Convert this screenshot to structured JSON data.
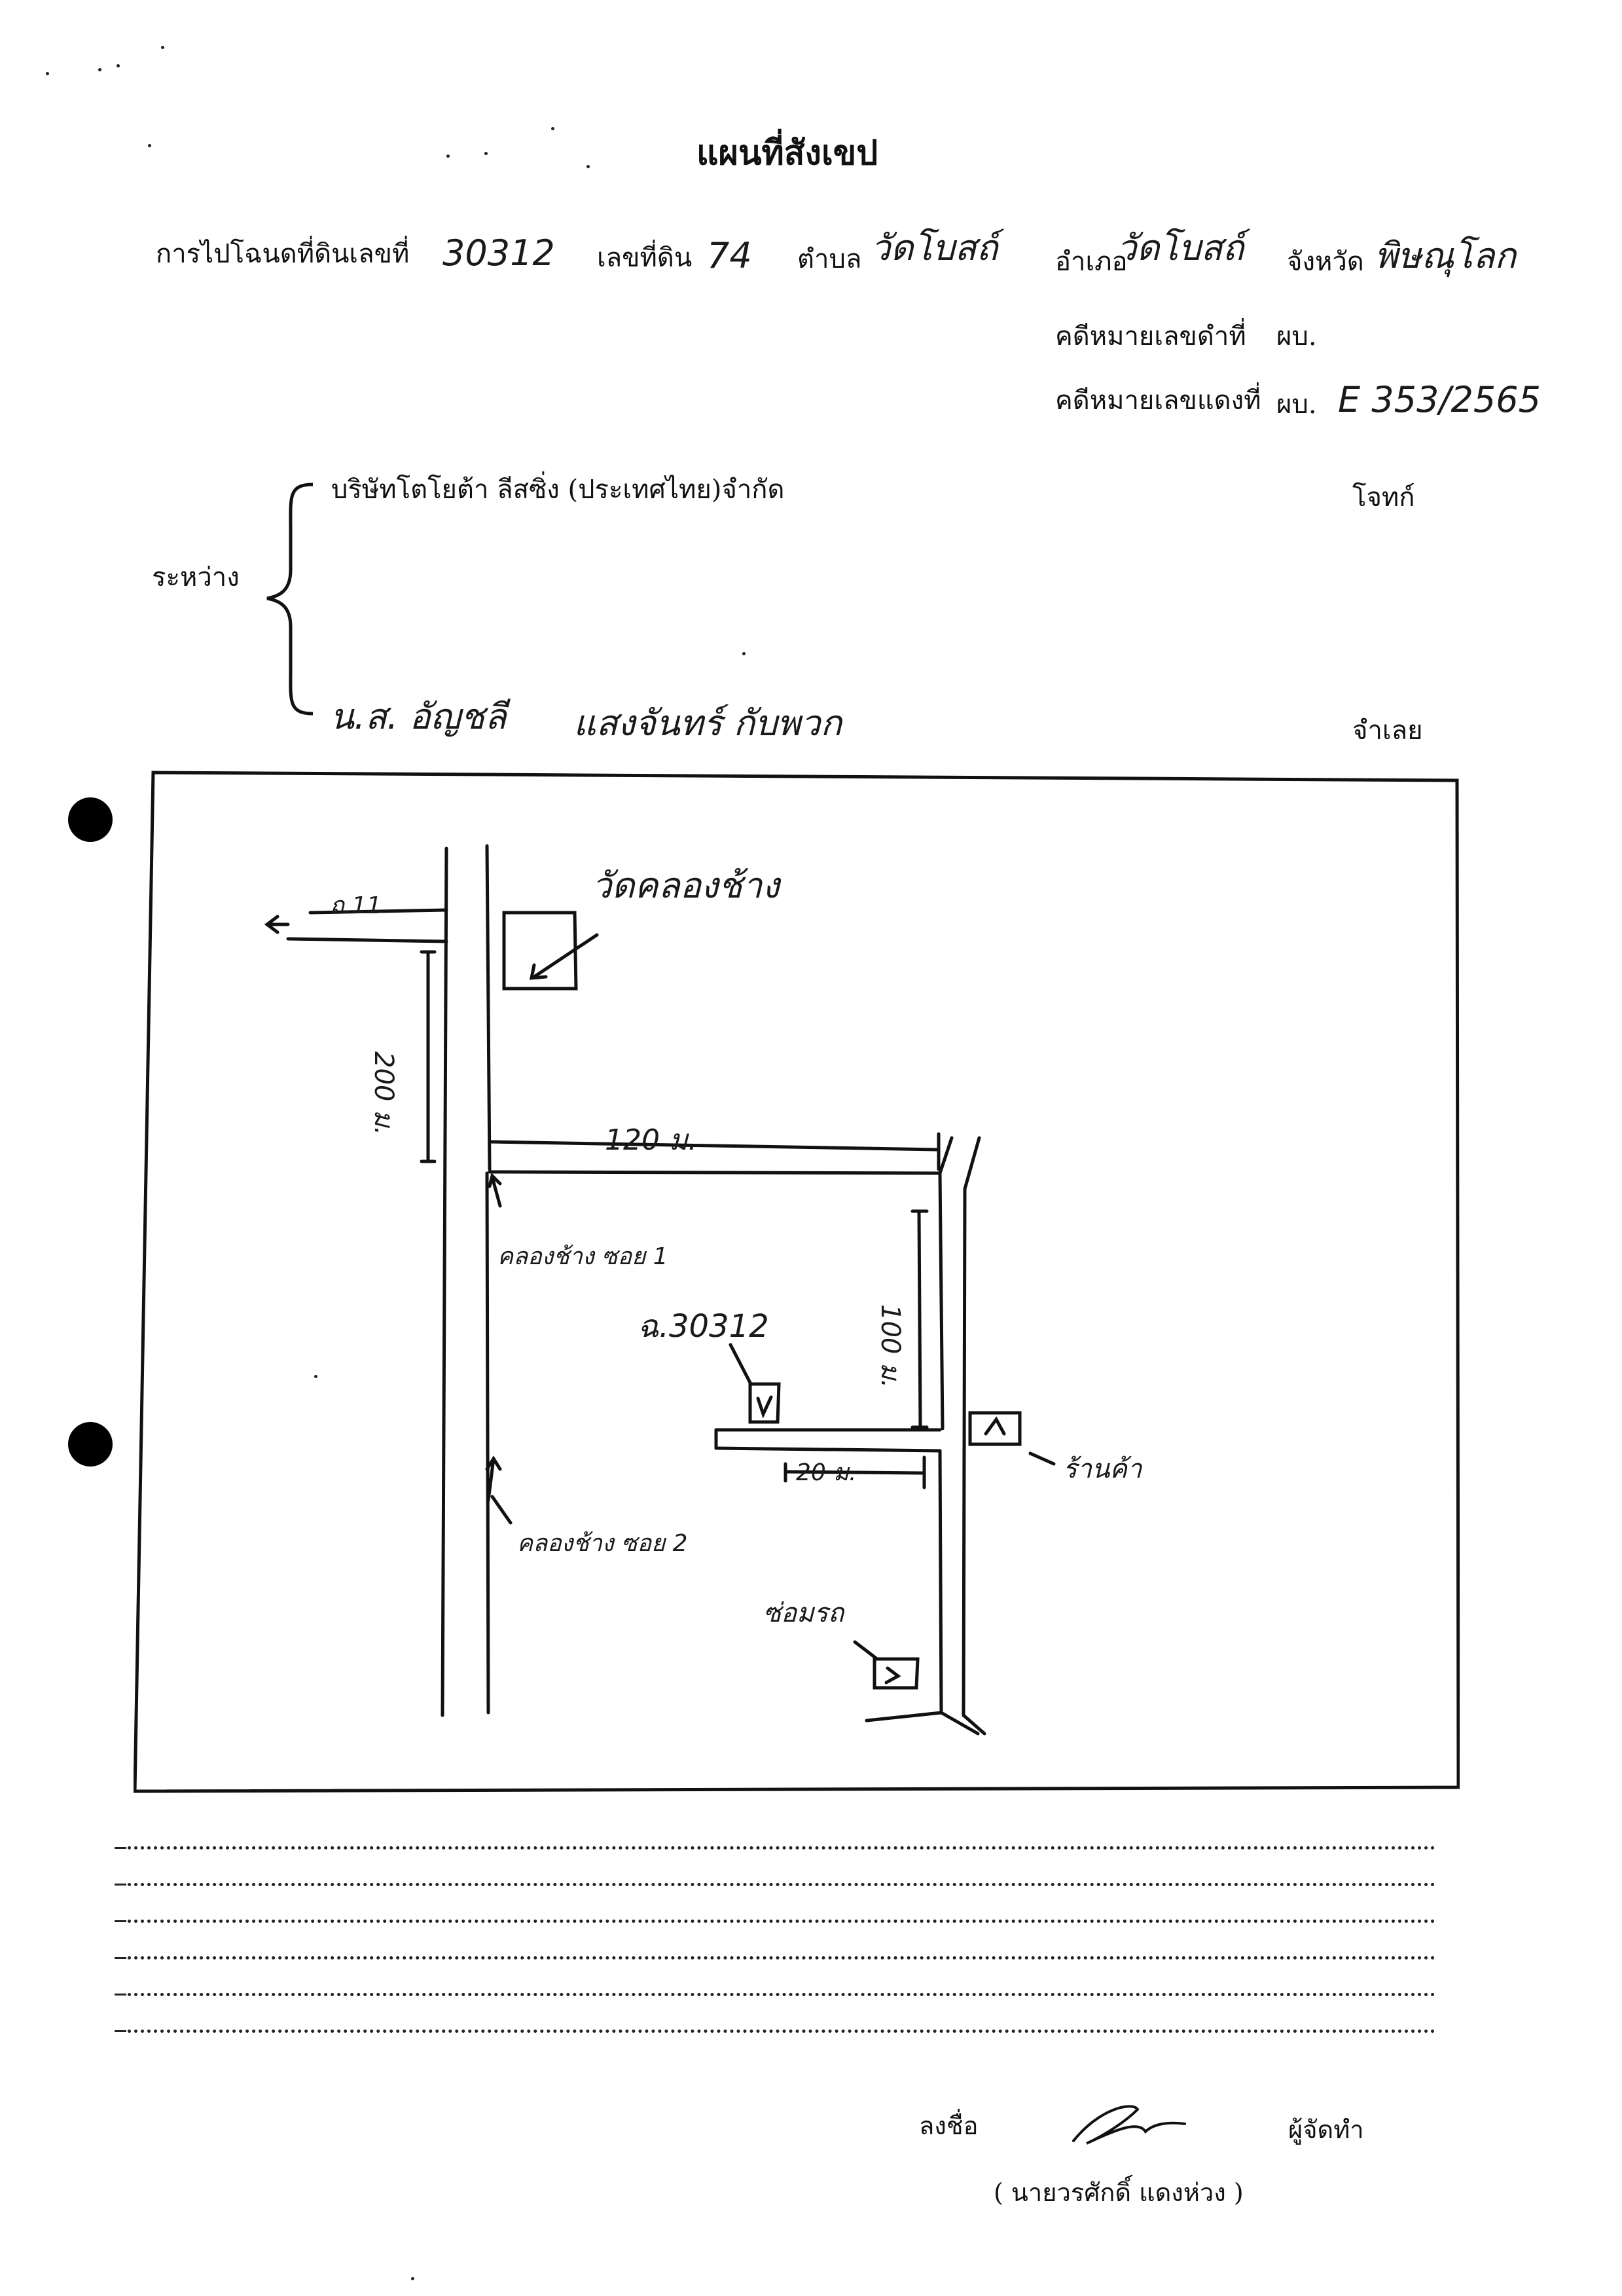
{
  "header": {
    "title": "แผนที่สังเขป",
    "deed_label": "การไปโฉนดที่ดินเลขที่",
    "deed_no": "30312",
    "land_no_label": "เลขที่ดิน",
    "land_no": "74",
    "tambon_label": "ตำบล",
    "tambon": "วัดโบสถ์",
    "amphoe_label": "อำเภอ",
    "amphoe": "วัดโบสถ์",
    "province_label": "จังหวัด",
    "province": "พิษณุโลก",
    "black_case_label": "คดีหมายเลขดำที่",
    "black_case_court": "ผบ.",
    "red_case_label": "คดีหมายเลขแดงที่",
    "red_case_court": "ผบ.",
    "red_case_no": "E 353/2565"
  },
  "parties": {
    "between_label": "ระหว่าง",
    "plaintiff_name": "บริษัทโตโยต้า ลีสซิ่ง (ประเทศไทย)จำกัด",
    "plaintiff_role": "โจทก์",
    "defendant_name": "น.ส. อัญชลี",
    "defendant_surname": "แสงจันทร์ กับพวก",
    "defendant_role": "จำเลย"
  },
  "map": {
    "temple_label": "วัดคลองช้าง",
    "road_label": "ถ.11",
    "dist_200": "200 ม.",
    "dist_120": "120 ม.",
    "soi1_label": "คลองช้าง ซอย 1",
    "parcel_label": "ฉ.30312",
    "dist_100": "100 ม.",
    "dist_20": "20 ม.",
    "shop_label": "ร้านค้า",
    "soi2_label": "คลองช้าง ซอย 2",
    "repair_label": "ซ่อมรถ"
  },
  "footer": {
    "sign_label": "ลงชื่อ",
    "maker_label": "ผู้จัดทำ",
    "signer_name": "( นายวรศักดิ์ แดงห่วง )"
  }
}
